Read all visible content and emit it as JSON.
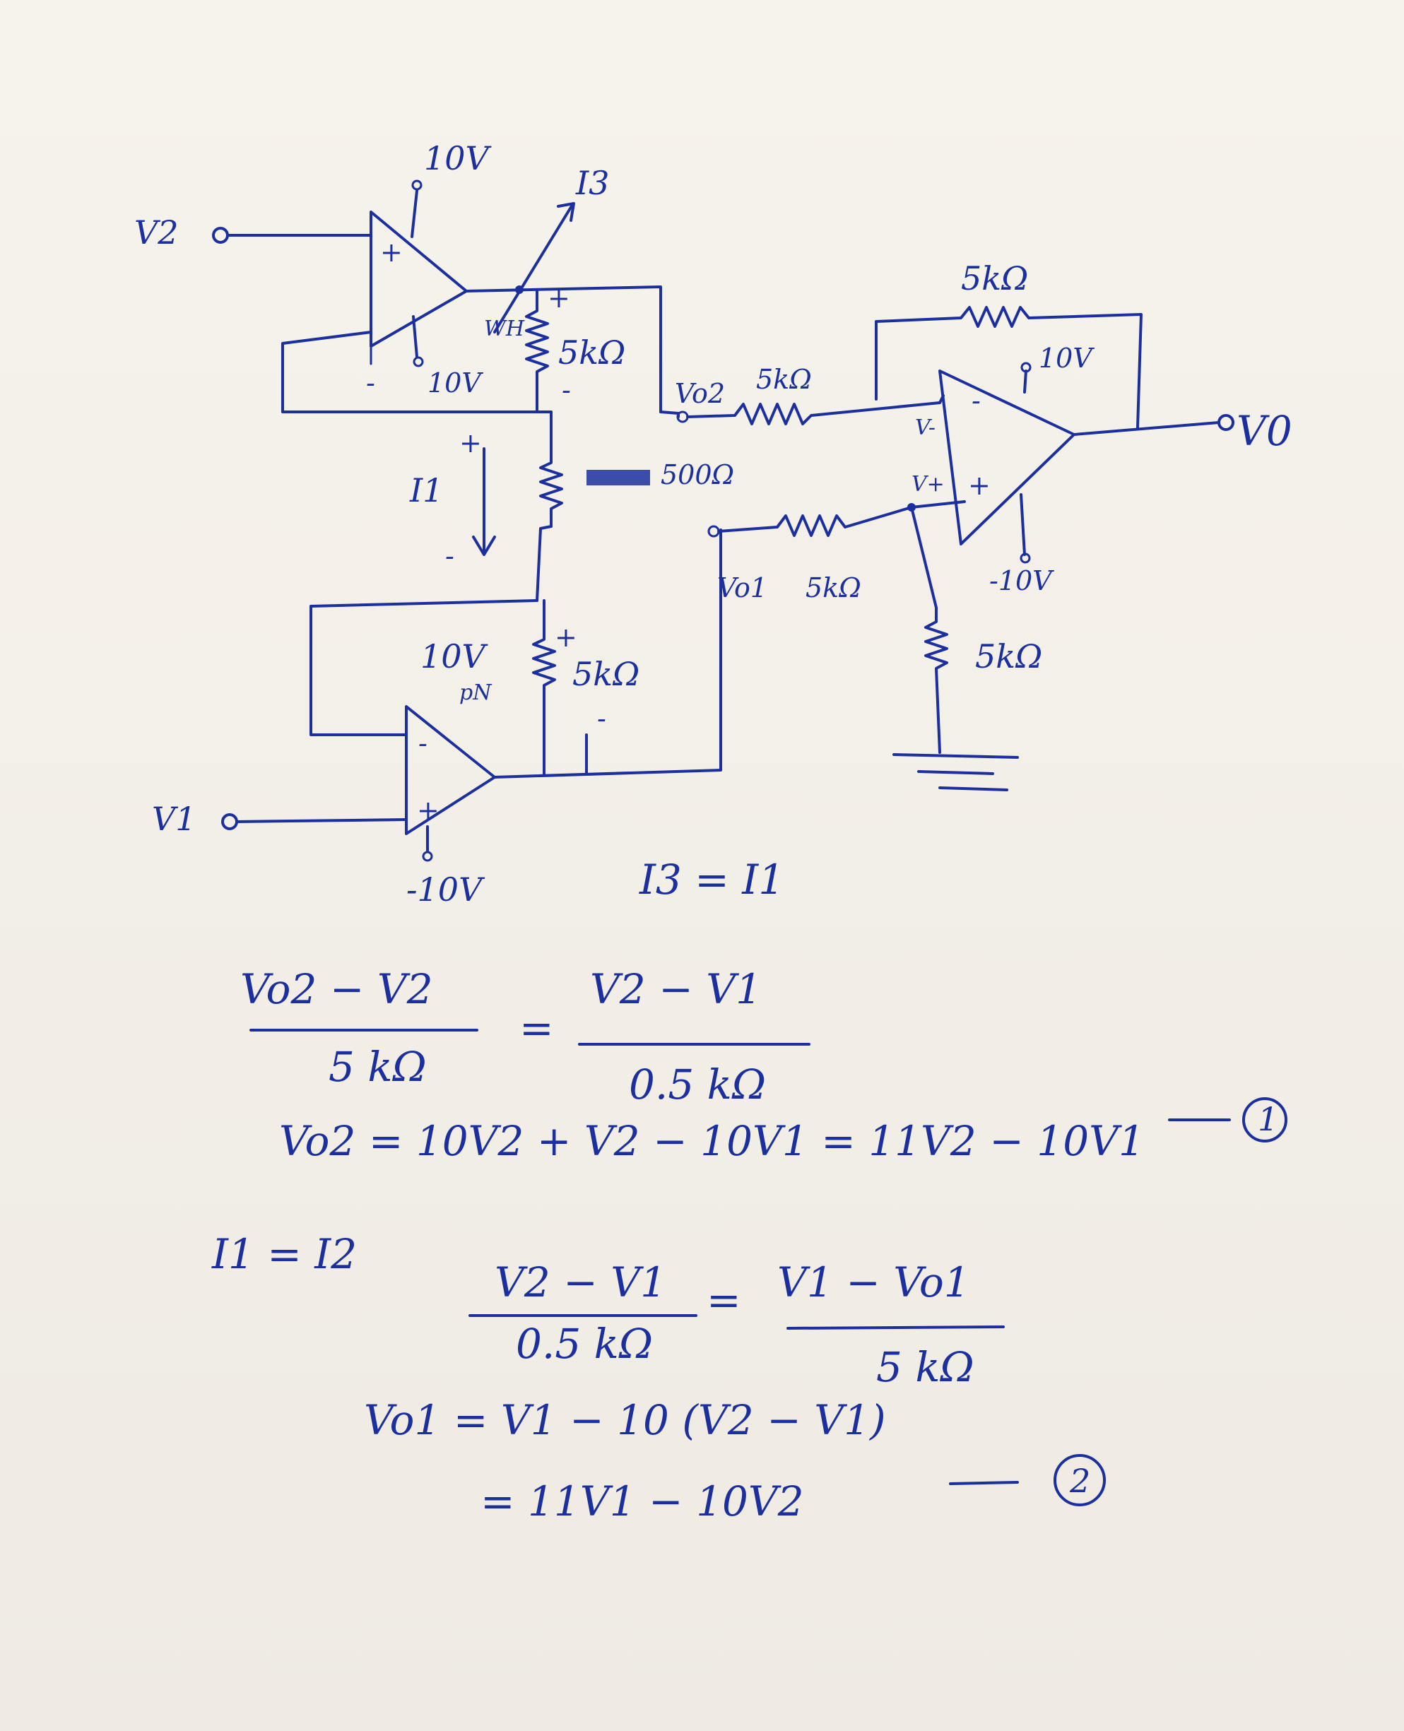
{
  "circuit": {
    "opamp_top": {
      "plus": "+",
      "minus": "-",
      "supply_pos": "10V",
      "supply_neg": "10V",
      "diode_tag": "WH"
    },
    "opamp_bottom": {
      "plus": "+",
      "minus": "-",
      "supply_pos": "10V",
      "supply_neg": "-10V",
      "diode_tag": "pN"
    },
    "opamp_out": {
      "plus": "+",
      "minus": "-",
      "vminus": "V-",
      "vplus": "V+",
      "supply_pos": "10V",
      "supply_neg": "-10V"
    },
    "inputs": {
      "v2": "V2",
      "v1": "V1"
    },
    "output": "V0",
    "nodes": {
      "vo2": "Vo2",
      "vo1": "Vo1"
    },
    "resistors": {
      "r_top": "5kΩ",
      "r_mid": "500Ω",
      "r_bottom": "5kΩ",
      "r_vo2": "5kΩ",
      "r_feedback": "5kΩ",
      "r_vo1": "5kΩ",
      "r_ground": "5kΩ"
    },
    "currents": {
      "i1": "I1",
      "i3": "I3"
    },
    "polarity": {
      "plus": "+",
      "minus": "-"
    }
  },
  "equations": {
    "current_eq_1": "I3 = I1",
    "frac1_left_num": "Vo2 − V2",
    "frac1_left_den": "5 kΩ",
    "frac1_equals": "=",
    "frac1_right_num": "V2 − V1",
    "frac1_right_den": "0.5 kΩ",
    "line_vo2": "Vo2 = 10V2 + V2 − 10V1 = 11V2 − 10V1",
    "tag_1": "1",
    "current_eq_2": "I1 = I2",
    "frac2_left_num": "V2 − V1",
    "frac2_left_den": "0.5 kΩ",
    "frac2_equals": "=",
    "frac2_right_num": "V1 − Vo1",
    "frac2_right_den": "5 kΩ",
    "line_vo1_a": "Vo1 = V1 − 10 (V2 − V1)",
    "line_vo1_b": "= 11V1 − 10V2",
    "tag_2": "2"
  }
}
